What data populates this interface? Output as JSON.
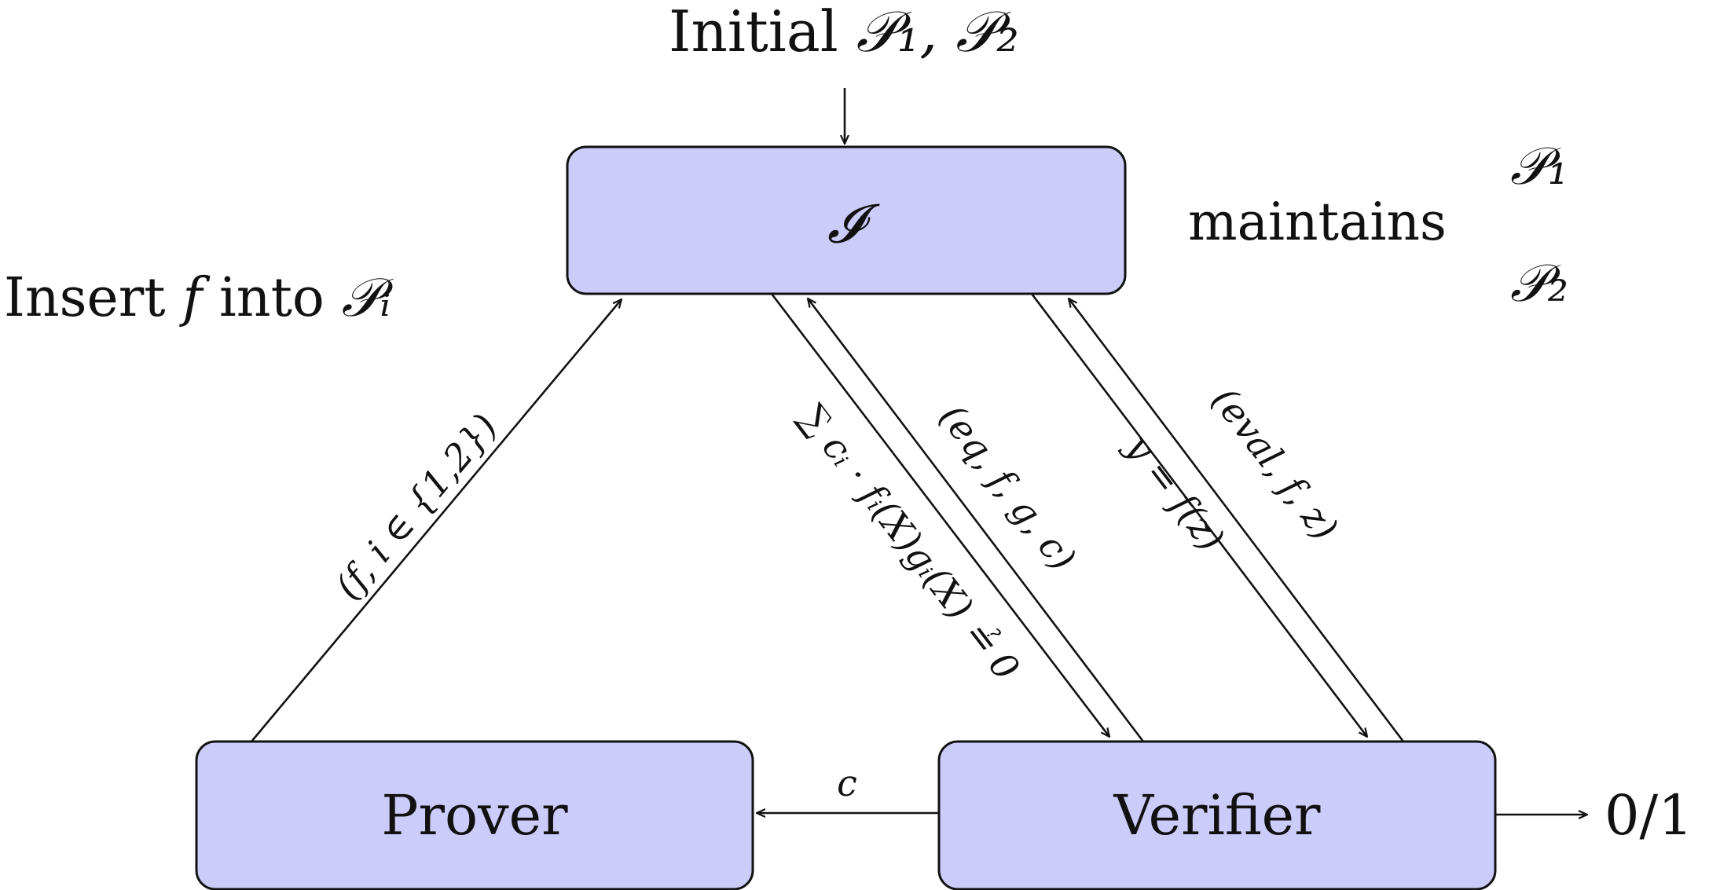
{
  "diagram": {
    "nodes": {
      "interface": {
        "label": "𝓘"
      },
      "prover": {
        "label": "Prover"
      },
      "verifier": {
        "label": "Verifier"
      }
    },
    "annotations": {
      "initial_prefix": "Initial ",
      "initial_sets": "𝒫₁, 𝒫₂",
      "maintains": "maintains",
      "maintained_1": "𝒫₁",
      "maintained_2": "𝒫₂",
      "insert_prefix": "Insert ",
      "insert_f": "f",
      "insert_into": " into ",
      "insert_set": "𝒫ᵢ",
      "output": "0/1"
    },
    "edge_labels": {
      "prover_to_interface": "(f, i ∈ {1,2})",
      "interface_to_verifier_sum": "∑ cᵢ · fᵢ(X)gᵢ(X) ≟ 0",
      "verifier_to_interface_eq": "(eq, f, g, c)",
      "interface_to_verifier_eval": "y = f(z)",
      "verifier_to_interface_eval": "(eval, f, z)",
      "verifier_to_prover": "c"
    }
  }
}
